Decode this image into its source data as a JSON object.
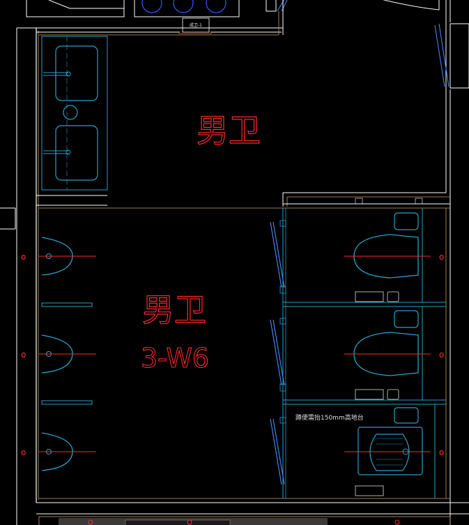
{
  "drawing": {
    "upper_room_label": "男卫",
    "lower_room_label": "男卫",
    "lower_room_code": "3-W6",
    "floor_note": "蹲便需抬150mm高地台",
    "door_tag": "成卫-1",
    "colors": {
      "background": "#000000",
      "wall": "#ffffff",
      "wall_frame": "#c8a060",
      "fixture": "#2aa0c8",
      "axis_red": "#ff2a2a",
      "partition": "#4a8cff"
    },
    "fixtures": {
      "sinks": 2,
      "urinals": 3,
      "toilet_stalls": 2,
      "squat_stalls": 1
    }
  }
}
